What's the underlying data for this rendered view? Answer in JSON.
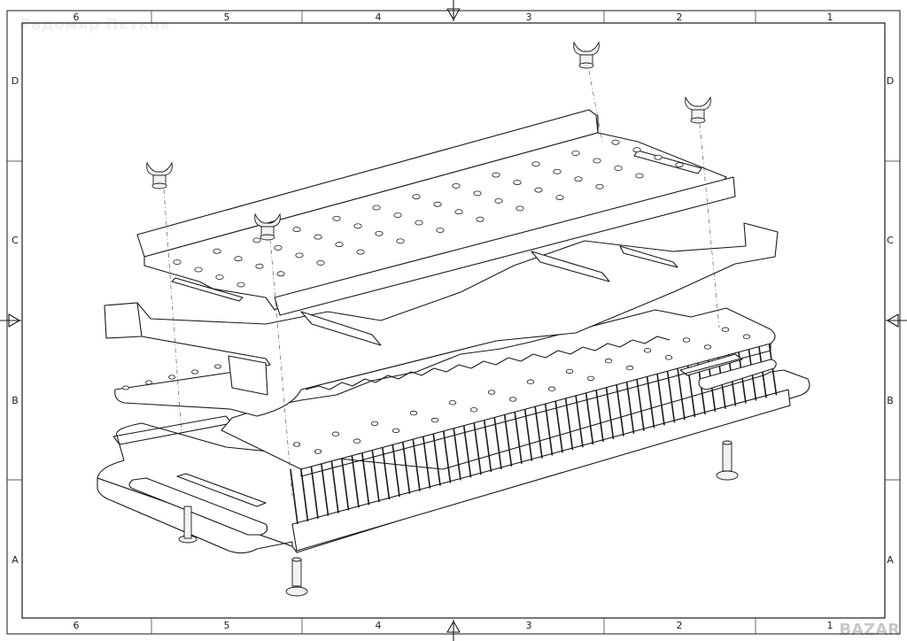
{
  "watermark": "Радомир Петков",
  "brand_logo": "BAZAR",
  "frame": {
    "columns": [
      "6",
      "5",
      "4",
      "3",
      "2",
      "1"
    ],
    "rows": [
      "D",
      "C",
      "B",
      "A"
    ]
  },
  "parts": [
    "top-perforated-tray",
    "bracket-plate",
    "middle-perforated-plate",
    "base-tray-with-grate",
    "wing-nut",
    "bolt"
  ]
}
